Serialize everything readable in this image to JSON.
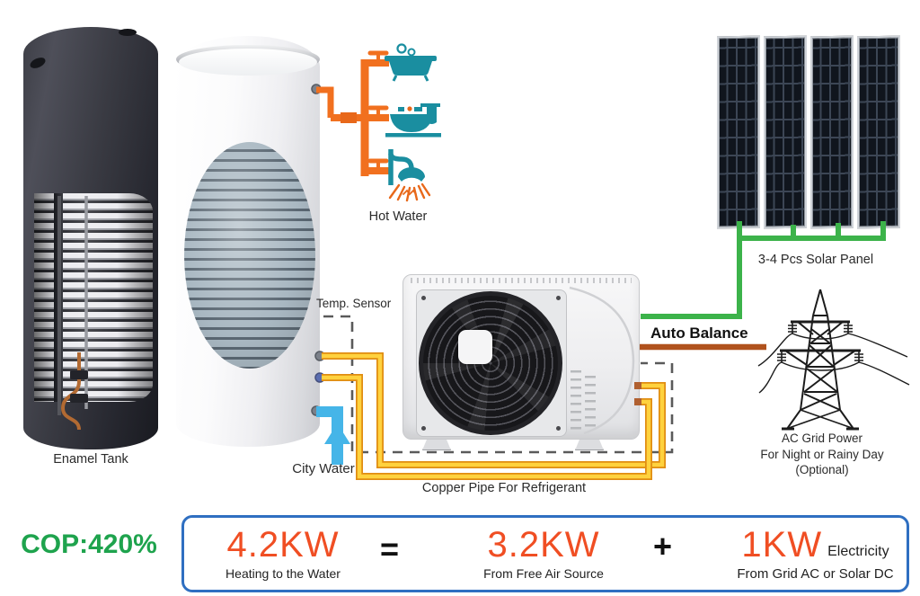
{
  "diagram": {
    "title_context": "Solar heat pump water heater system diagram",
    "labels": {
      "enamel_tank": "Enamel Tank",
      "hot_water": "Hot Water",
      "temp_sensor": "Temp. Sensor",
      "city_water": "City Water",
      "copper_pipe": "Copper Pipe For Refrigerant",
      "auto_balance": "Auto Balance",
      "solar_panels": "3-4 Pcs Solar Panel",
      "ac_grid_line1": "AC Grid Power",
      "ac_grid_line2": "For Night or Rainy Day",
      "ac_grid_line3": "(Optional)"
    },
    "formula": {
      "cop": "COP:420%",
      "result_value": "4.2KW",
      "result_caption": "Heating to the Water",
      "equals": "=",
      "air_value": "3.2KW",
      "air_caption": "From Free Air Source",
      "plus": "+",
      "electric_value": "1KW",
      "electric_suffix": "Electricity",
      "electric_caption": "From Grid AC or Solar DC"
    },
    "colors": {
      "hot_water_pipe_orange": "#f1701f",
      "fixture_teal": "#1a8ea0",
      "refrigerant_pipe_yellow": "#ffd23e",
      "refrigerant_pipe_edge": "#e08d12",
      "city_water_blue": "#45b5e8",
      "solar_wire_green": "#3cb34a",
      "grid_wire_brown": "#b0521d",
      "sensor_dash_gray": "#5a5a5a",
      "cop_green": "#1ea34d",
      "kw_orange": "#f04e23",
      "formula_box_border_blue": "#2f6fc1",
      "label_dark": "#2b2b2b"
    },
    "icons": [
      "enamel-tank",
      "water-tank",
      "bathtub-icon",
      "sink-icon",
      "shower-icon",
      "heat-pump-unit",
      "fan-grill-icon",
      "solar-panel",
      "power-tower-icon",
      "valve-icon",
      "arrow-up-icon"
    ]
  }
}
